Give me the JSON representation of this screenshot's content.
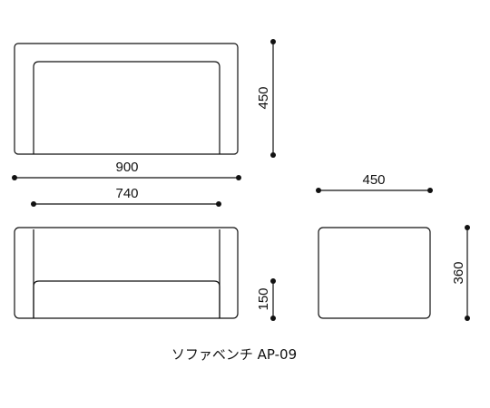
{
  "dimensions": {
    "top_view_depth": "450",
    "overall_width": "900",
    "seat_width": "740",
    "side_depth": "450",
    "side_height": "360",
    "seat_height": "150"
  },
  "caption": "ソファベンチ AP-09",
  "colors": {
    "line": "#111111",
    "background": "#ffffff"
  }
}
